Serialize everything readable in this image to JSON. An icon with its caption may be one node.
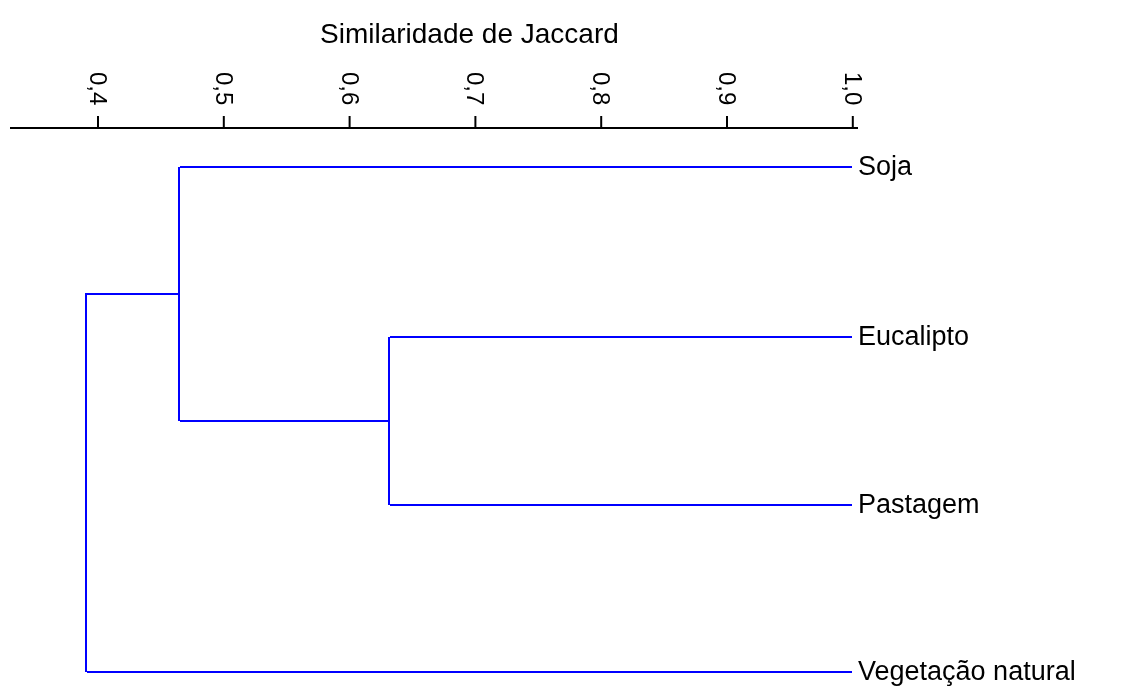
{
  "diagram": {
    "title": "Similaridade de Jaccard",
    "nodes": [
      {
        "text": [
          "Soja"
        ]
      },
      {
        "text": [
          "Eucalipto"
        ]
      },
      {
        "text": [
          "Pastagem"
        ]
      },
      {
        "text": [
          "Vegetação natural"
        ]
      },
      {
        "text": [],
        "shape": "bar"
      },
      {
        "text": [],
        "shape": "bar"
      },
      {
        "text": [],
        "shape": "bar"
      }
    ],
    "edges": [
      {
        "from": 4,
        "to": 1,
        "arrow": "none"
      },
      {
        "from": 4,
        "to": 2,
        "arrow": "none"
      },
      {
        "from": 5,
        "to": 0,
        "arrow": "none"
      },
      {
        "from": 5,
        "to": 4,
        "arrow": "none"
      },
      {
        "from": 6,
        "to": 5,
        "arrow": "none"
      },
      {
        "from": 6,
        "to": 3,
        "arrow": "none"
      }
    ],
    "labels": [
      "0,4",
      "0,5",
      "0,6",
      "0,7",
      "0,8",
      "0,9",
      "1,0"
    ]
  }
}
